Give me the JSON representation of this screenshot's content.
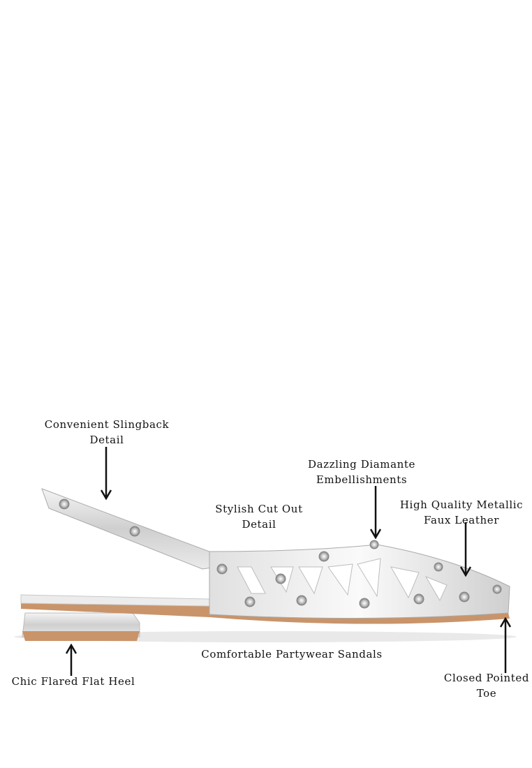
{
  "product": {
    "name": "Comfortable Partywear Sandals",
    "colors": {
      "background": "#ffffff",
      "silver": "#d9d9d9",
      "sole": "#c9946a",
      "text": "#111111"
    }
  },
  "annotations": [
    {
      "id": "slingback",
      "line1": "Convenient Slingback",
      "line2": "Detail",
      "arrow": "down"
    },
    {
      "id": "diamante",
      "line1": "Dazzling Diamante",
      "line2": "Embellishments",
      "arrow": "down"
    },
    {
      "id": "cutout",
      "line1": "Stylish Cut Out",
      "line2": "Detail",
      "arrow": "none"
    },
    {
      "id": "leather",
      "line1": "High Quality Metallic",
      "line2": "Faux Leather",
      "arrow": "down"
    },
    {
      "id": "partywear",
      "line1": "Comfortable Partywear Sandals",
      "arrow": "none"
    },
    {
      "id": "heel",
      "line1": "Chic Flared Flat Heel",
      "arrow": "up"
    },
    {
      "id": "toe",
      "line1": "Closed Pointed",
      "line2": "Toe",
      "arrow": "up"
    }
  ],
  "icons": {
    "arrow": "arrow-icon"
  }
}
